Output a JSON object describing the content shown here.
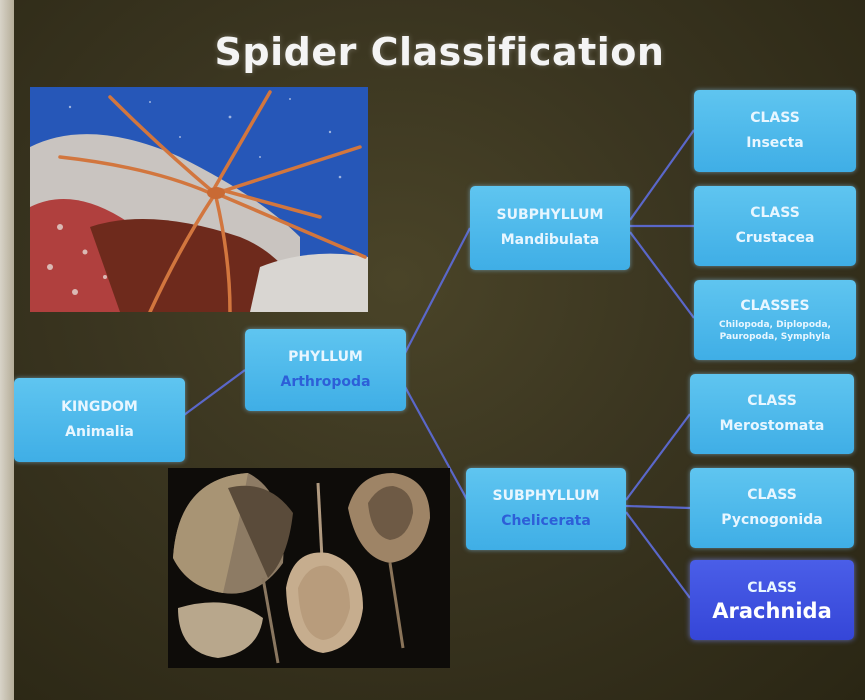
{
  "title": "Spider Classification",
  "colors": {
    "node_fill": "#4db8ea",
    "highlight_fill": "#3f52e0",
    "connector": "#5a67c9",
    "blue_text": "#2d5fd8"
  },
  "nodes": {
    "kingdom": {
      "rank": "KINGDOM",
      "taxon": "Animalia"
    },
    "phylum": {
      "rank": "PHYLLUM",
      "taxon": "Arthropoda"
    },
    "mandibulata": {
      "rank": "SUBPHYLLUM",
      "taxon": "Mandibulata"
    },
    "chelicerata": {
      "rank": "SUBPHYLLUM",
      "taxon": "Chelicerata"
    },
    "insecta": {
      "rank": "CLASS",
      "taxon": "Insecta"
    },
    "crustacea": {
      "rank": "CLASS",
      "taxon": "Crustacea"
    },
    "myriapods": {
      "rank": "CLASSES",
      "taxon": "Chilopoda, Diplopoda, Pauropoda, Symphyla"
    },
    "merostomata": {
      "rank": "CLASS",
      "taxon": "Merostomata"
    },
    "pycnogonida": {
      "rank": "CLASS",
      "taxon": "Pycnogonida"
    },
    "arachnida": {
      "rank": "CLASS",
      "taxon": "Arachnida"
    }
  },
  "images": {
    "top": "sea-spider-photo",
    "bottom": "horseshoe-crab-photo"
  }
}
